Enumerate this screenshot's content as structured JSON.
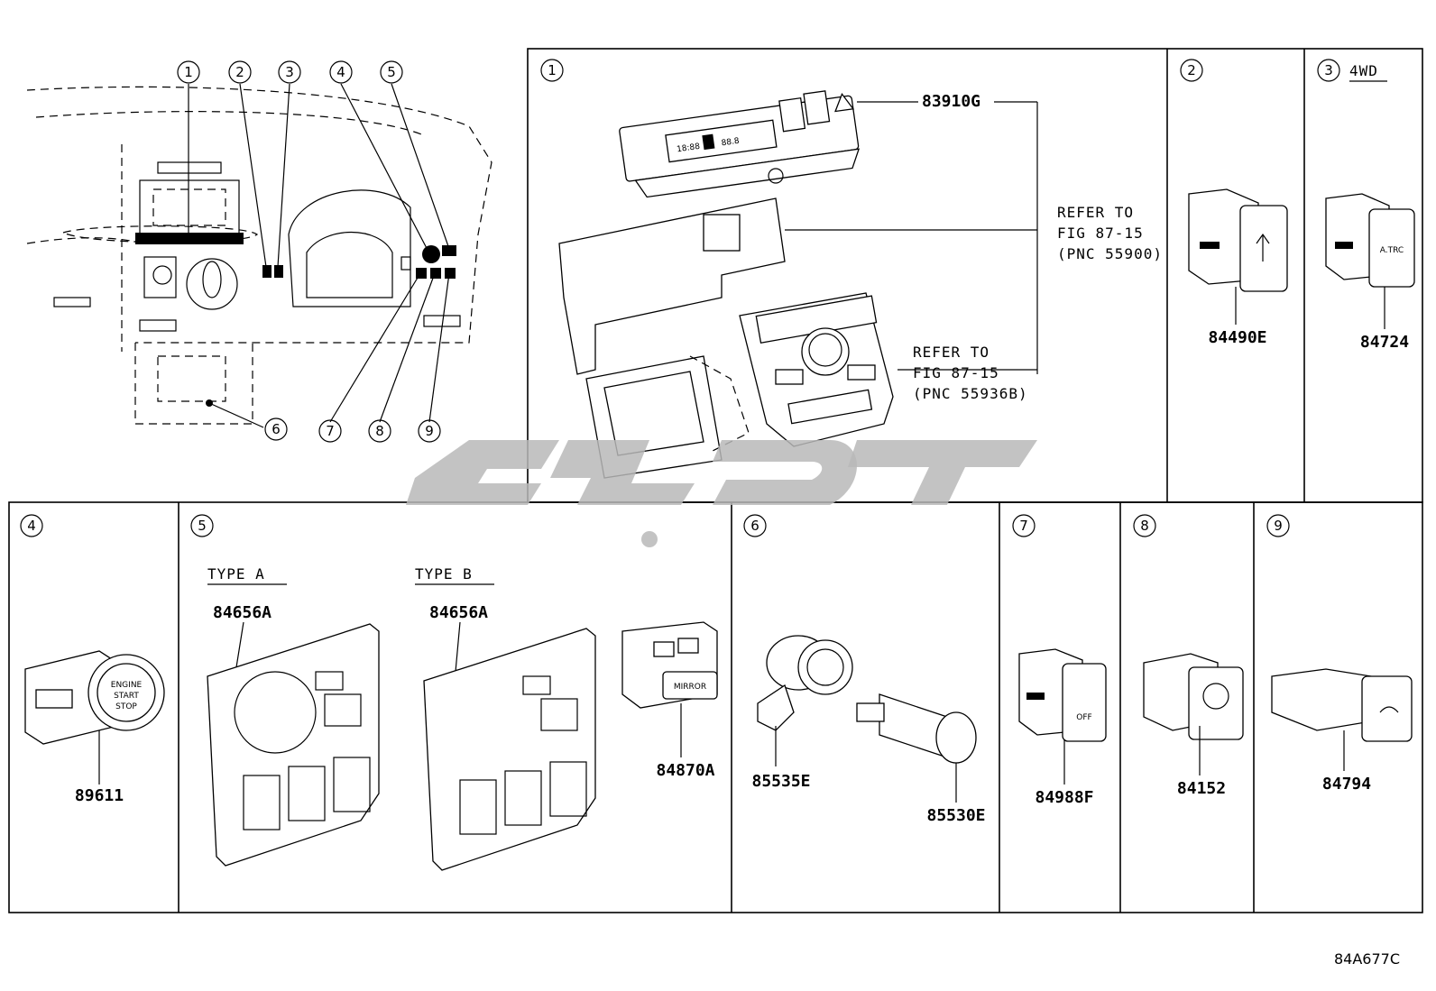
{
  "callouts": [
    "1",
    "2",
    "3",
    "4",
    "5",
    "6",
    "7",
    "8",
    "9"
  ],
  "panel1": {
    "number": "1",
    "part_top": "83910G",
    "refer1": [
      "REFER TO",
      "FIG 87-15",
      "(PNC 55900)"
    ],
    "refer2": [
      "REFER TO",
      "FIG 87-15",
      "(PNC 55936B)"
    ]
  },
  "panel2": {
    "number": "2",
    "part": "84490E"
  },
  "panel3": {
    "number": "3",
    "variant": "4WD",
    "part": "84724"
  },
  "panel4": {
    "number": "4",
    "part": "89611",
    "button_text": [
      "ENGINE",
      "START",
      "STOP"
    ]
  },
  "panel5": {
    "number": "5",
    "type_a": "TYPE A",
    "type_b": "TYPE B",
    "part_a": "84656A",
    "part_b": "84656A",
    "part_mirror": "84870A",
    "mirror_label": "MIRROR"
  },
  "panel6": {
    "number": "6",
    "part_left": "85535E",
    "part_right": "85530E"
  },
  "panel7": {
    "number": "7",
    "part": "84988F"
  },
  "panel8": {
    "number": "8",
    "part": "84152"
  },
  "panel9": {
    "number": "9",
    "part": "84794"
  },
  "figure_code": "84A677C"
}
